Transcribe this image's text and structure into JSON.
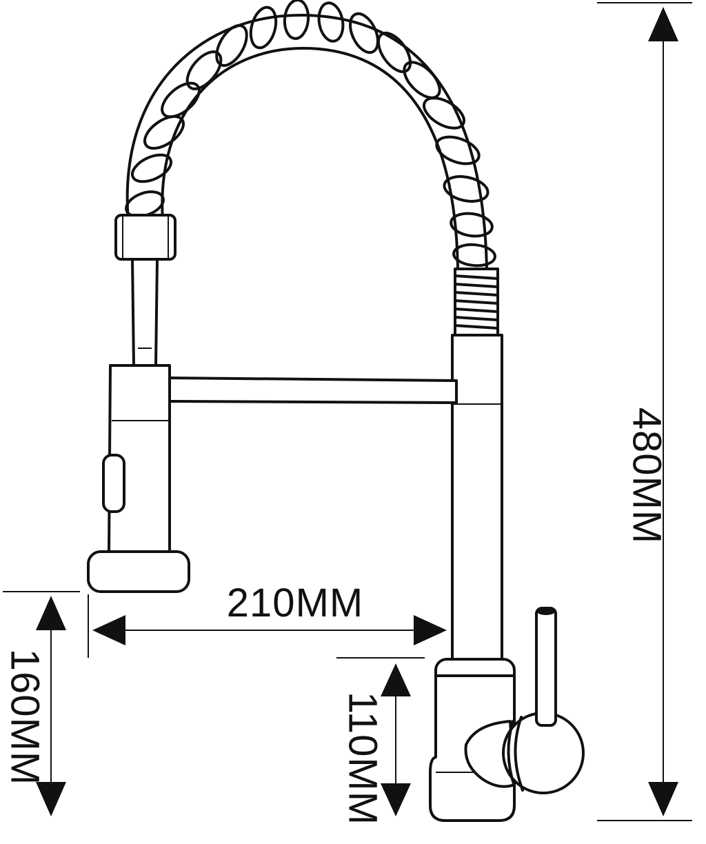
{
  "dimensions": {
    "total_height": {
      "label": "480MM"
    },
    "spout_reach": {
      "label": "210MM"
    },
    "spout_height": {
      "label": "160MM"
    },
    "base_height": {
      "label": "110MM"
    }
  },
  "colors": {
    "line": "#111111",
    "background": "#ffffff"
  }
}
